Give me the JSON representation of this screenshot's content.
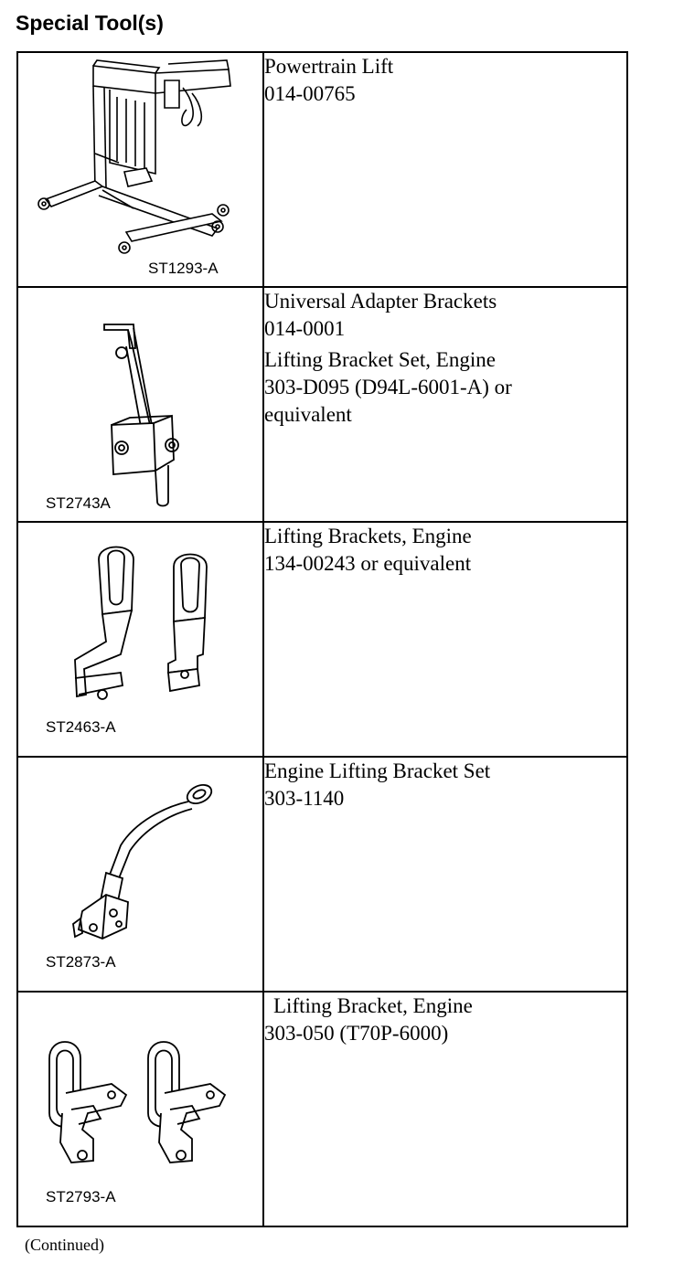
{
  "page": {
    "title": "Special Tool(s)",
    "footer": "(Continued)"
  },
  "tools": [
    {
      "code": "ST1293-A",
      "lines": [
        "Powertrain Lift",
        "014-00765"
      ]
    },
    {
      "code": "ST2743A",
      "lines": [
        "Universal Adapter Brackets",
        "014-0001"
      ],
      "lines2": [
        "Lifting Bracket Set, Engine",
        "303-D095 (D94L-6001-A) or",
        "equivalent"
      ]
    },
    {
      "code": "ST2463-A",
      "lines": [
        "Lifting Brackets, Engine",
        "134-00243 or equivalent"
      ]
    },
    {
      "code": "ST2873-A",
      "lines": [
        "Engine Lifting Bracket Set",
        "303-1140"
      ]
    },
    {
      "code": "ST2793-A",
      "lines": [
        "Lifting Bracket, Engine",
        "303-050 (T70P-6000)"
      ]
    }
  ]
}
